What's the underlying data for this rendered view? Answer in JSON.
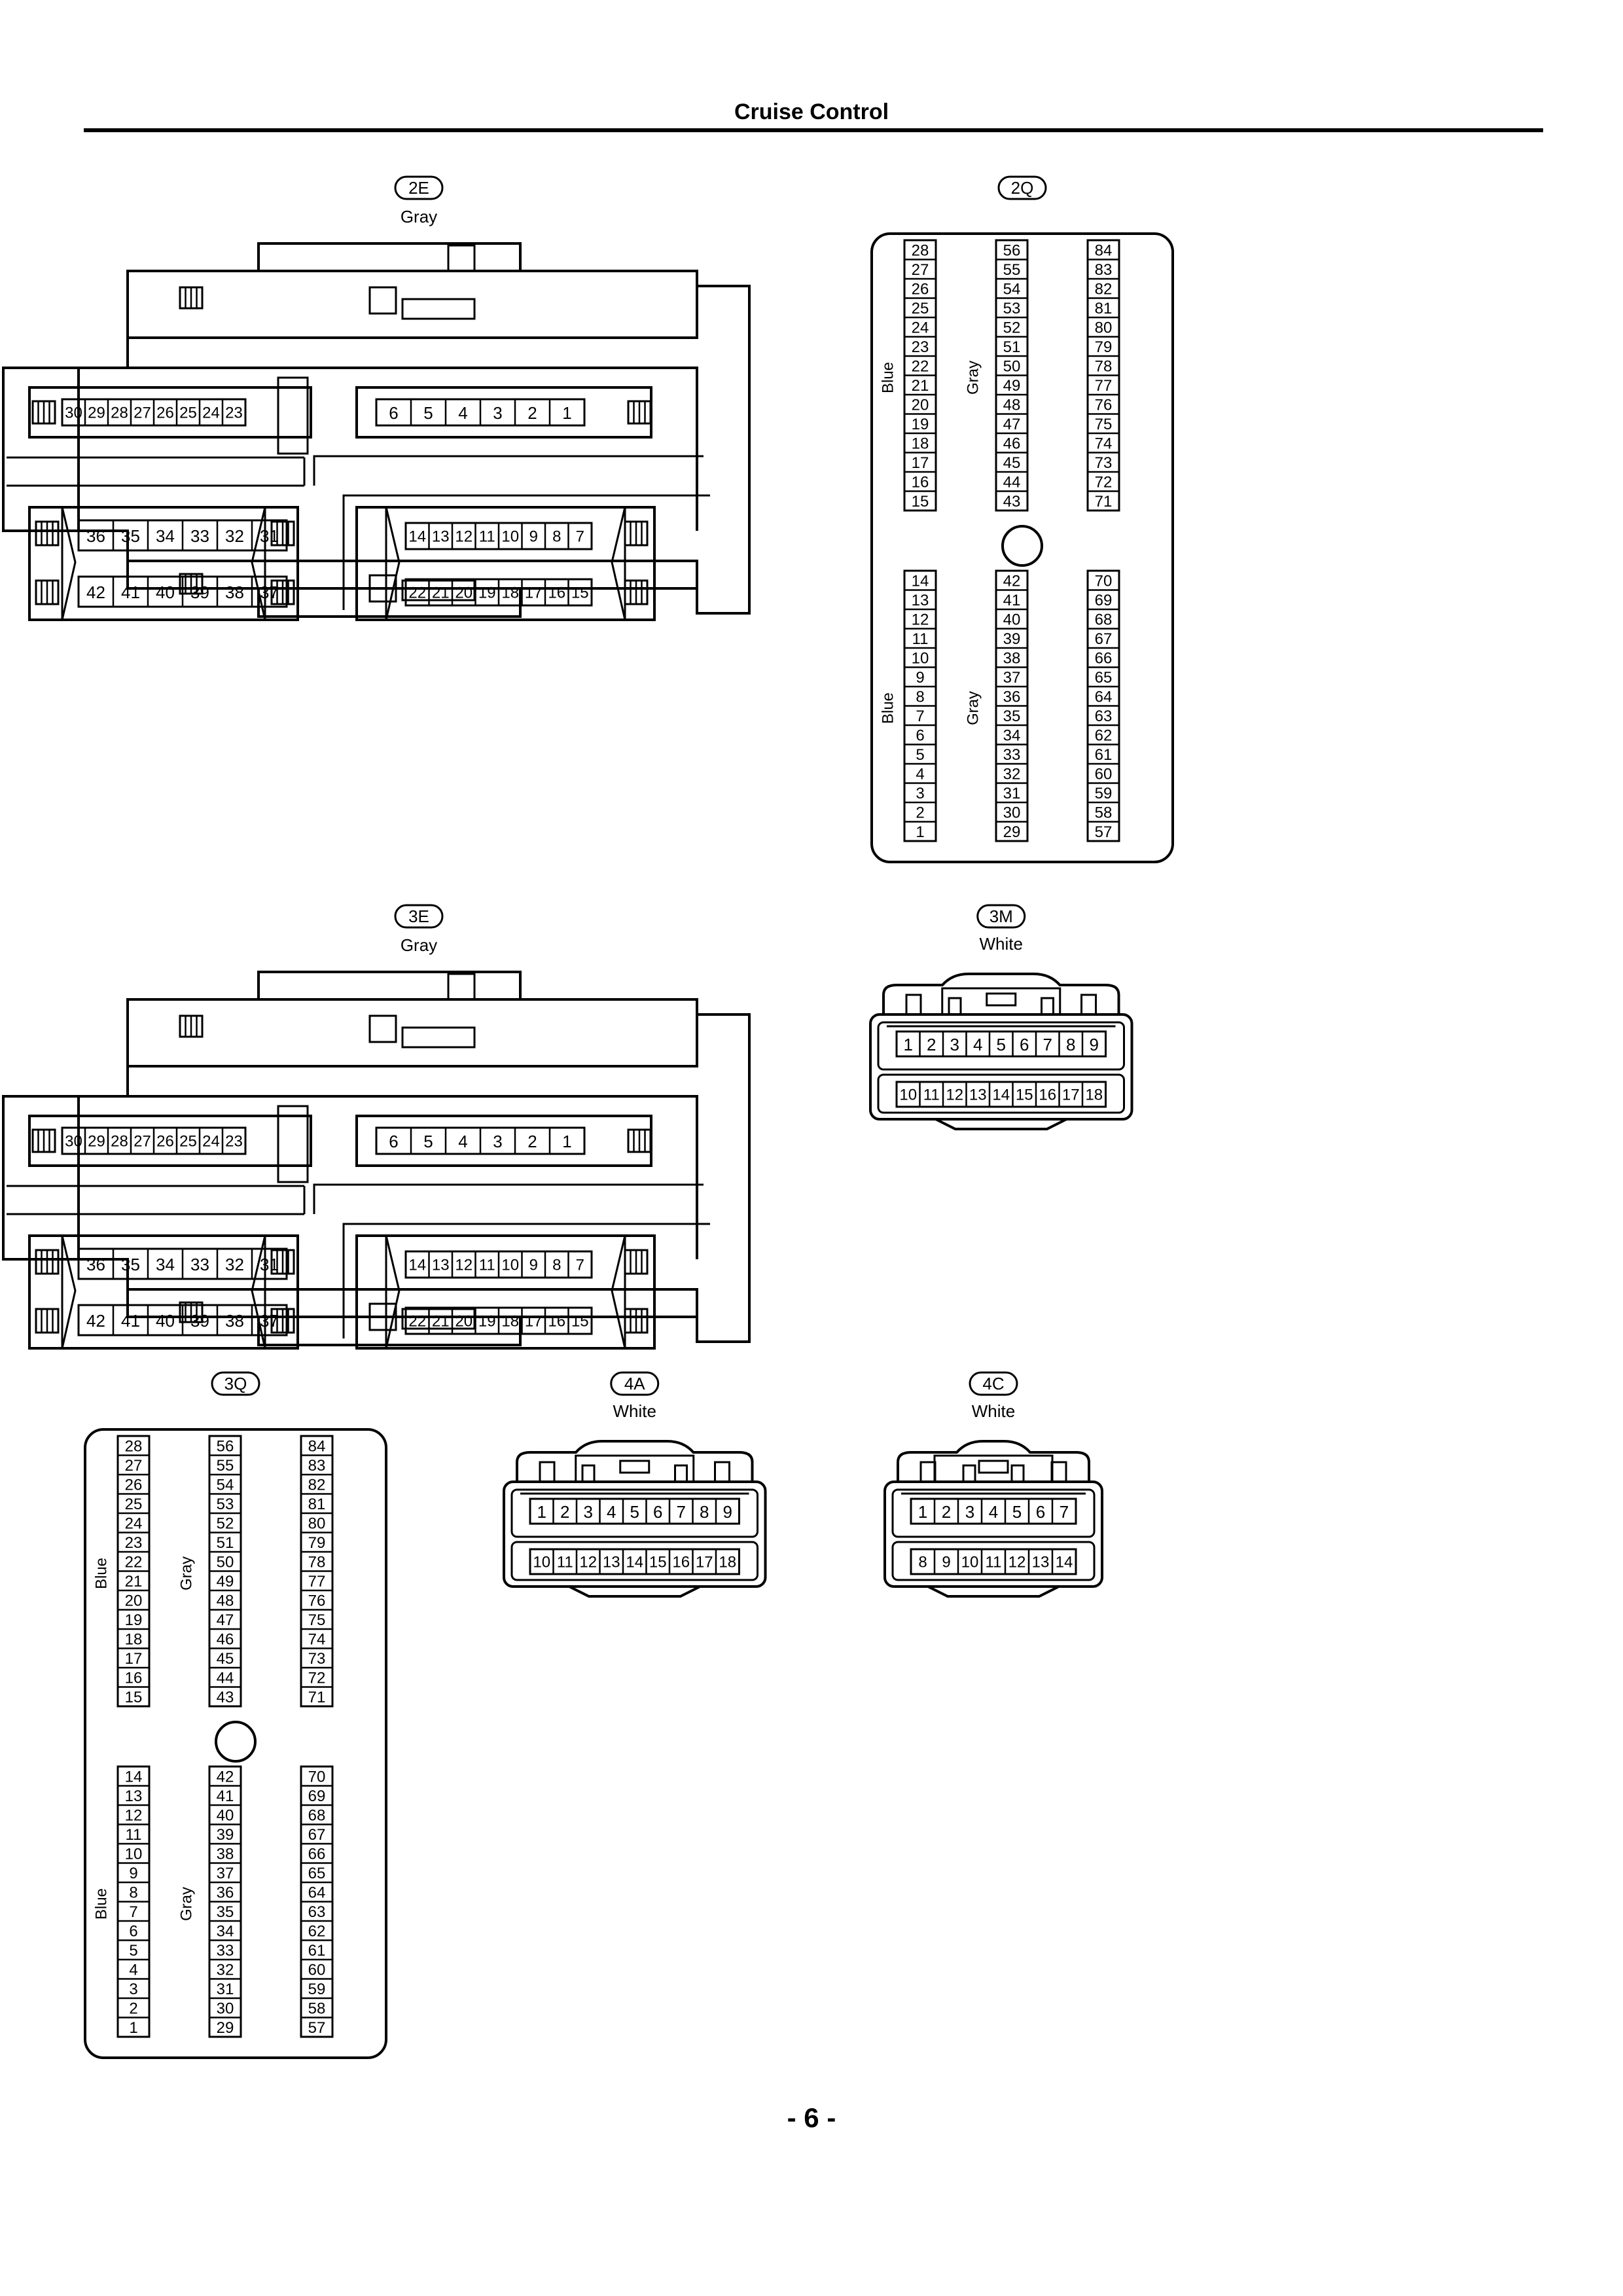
{
  "header": {
    "title": "Cruise Control"
  },
  "footer": {
    "page_number": "- 6 -"
  },
  "connectors": [
    {
      "id": "2E",
      "color": "Gray",
      "type": "large-42",
      "rows": [
        [
          "30",
          "29",
          "28",
          "27",
          "26",
          "25",
          "24",
          "23"
        ],
        [
          "6",
          "5",
          "4",
          "3",
          "2",
          "1"
        ],
        [
          "36",
          "35",
          "34",
          "33",
          "32",
          "31"
        ],
        [
          "14",
          "13",
          "12",
          "11",
          "10",
          "9",
          "8",
          "7"
        ],
        [
          "42",
          "41",
          "40",
          "39",
          "38",
          "37"
        ],
        [
          "22",
          "21",
          "20",
          "19",
          "18",
          "17",
          "16",
          "15"
        ]
      ]
    },
    {
      "id": "2Q",
      "color": "",
      "type": "pin-block-84",
      "colors": [
        "Blue",
        "Gray"
      ],
      "columns": [
        [
          "28",
          "27",
          "26",
          "25",
          "24",
          "23",
          "22",
          "21",
          "20",
          "19",
          "18",
          "17",
          "16",
          "15"
        ],
        [
          "56",
          "55",
          "54",
          "53",
          "52",
          "51",
          "50",
          "49",
          "48",
          "47",
          "46",
          "45",
          "44",
          "43"
        ],
        [
          "84",
          "83",
          "82",
          "81",
          "80",
          "79",
          "78",
          "77",
          "76",
          "75",
          "74",
          "73",
          "72",
          "71"
        ],
        [
          "14",
          "13",
          "12",
          "11",
          "10",
          "9",
          "8",
          "7",
          "6",
          "5",
          "4",
          "3",
          "2",
          "1"
        ],
        [
          "42",
          "41",
          "40",
          "39",
          "38",
          "37",
          "36",
          "35",
          "34",
          "33",
          "32",
          "31",
          "30",
          "29"
        ],
        [
          "70",
          "69",
          "68",
          "67",
          "66",
          "65",
          "64",
          "63",
          "62",
          "61",
          "60",
          "59",
          "58",
          "57"
        ]
      ]
    },
    {
      "id": "3E",
      "color": "Gray",
      "type": "large-42",
      "rows": [
        [
          "30",
          "29",
          "28",
          "27",
          "26",
          "25",
          "24",
          "23"
        ],
        [
          "6",
          "5",
          "4",
          "3",
          "2",
          "1"
        ],
        [
          "36",
          "35",
          "34",
          "33",
          "32",
          "31"
        ],
        [
          "14",
          "13",
          "12",
          "11",
          "10",
          "9",
          "8",
          "7"
        ],
        [
          "42",
          "41",
          "40",
          "39",
          "38",
          "37"
        ],
        [
          "22",
          "21",
          "20",
          "19",
          "18",
          "17",
          "16",
          "15"
        ]
      ]
    },
    {
      "id": "3M",
      "color": "White",
      "type": "small",
      "rows": [
        [
          "1",
          "2",
          "3",
          "4",
          "5",
          "6",
          "7",
          "8",
          "9"
        ],
        [
          "10",
          "11",
          "12",
          "13",
          "14",
          "15",
          "16",
          "17",
          "18"
        ]
      ]
    },
    {
      "id": "3Q",
      "color": "",
      "type": "pin-block-84",
      "colors": [
        "Blue",
        "Gray"
      ],
      "columns": [
        [
          "28",
          "27",
          "26",
          "25",
          "24",
          "23",
          "22",
          "21",
          "20",
          "19",
          "18",
          "17",
          "16",
          "15"
        ],
        [
          "56",
          "55",
          "54",
          "53",
          "52",
          "51",
          "50",
          "49",
          "48",
          "47",
          "46",
          "45",
          "44",
          "43"
        ],
        [
          "84",
          "83",
          "82",
          "81",
          "80",
          "79",
          "78",
          "77",
          "76",
          "75",
          "74",
          "73",
          "72",
          "71"
        ],
        [
          "14",
          "13",
          "12",
          "11",
          "10",
          "9",
          "8",
          "7",
          "6",
          "5",
          "4",
          "3",
          "2",
          "1"
        ],
        [
          "42",
          "41",
          "40",
          "39",
          "38",
          "37",
          "36",
          "35",
          "34",
          "33",
          "32",
          "31",
          "30",
          "29"
        ],
        [
          "70",
          "69",
          "68",
          "67",
          "66",
          "65",
          "64",
          "63",
          "62",
          "61",
          "60",
          "59",
          "58",
          "57"
        ]
      ]
    },
    {
      "id": "4A",
      "color": "White",
      "type": "small",
      "rows": [
        [
          "1",
          "2",
          "3",
          "4",
          "5",
          "6",
          "7",
          "8",
          "9"
        ],
        [
          "10",
          "11",
          "12",
          "13",
          "14",
          "15",
          "16",
          "17",
          "18"
        ]
      ]
    },
    {
      "id": "4C",
      "color": "White",
      "type": "small",
      "rows": [
        [
          "1",
          "2",
          "3",
          "4",
          "5",
          "6",
          "7"
        ],
        [
          "8",
          "9",
          "10",
          "11",
          "12",
          "13",
          "14"
        ]
      ]
    }
  ]
}
